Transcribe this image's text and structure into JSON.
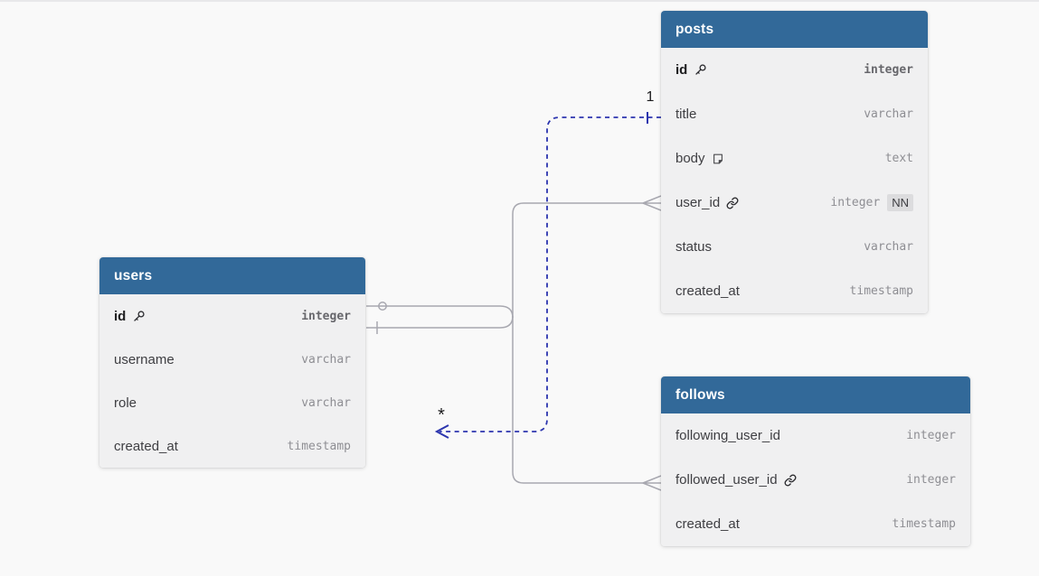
{
  "diagram": {
    "tables": [
      {
        "name": "posts",
        "fields": [
          {
            "name": "id",
            "type": "integer",
            "pk": true,
            "icon": "key-icon"
          },
          {
            "name": "title",
            "type": "varchar"
          },
          {
            "name": "body",
            "type": "text",
            "icon": "note-icon"
          },
          {
            "name": "user_id",
            "type": "integer",
            "icon": "link-icon",
            "badge": "NN"
          },
          {
            "name": "status",
            "type": "varchar"
          },
          {
            "name": "created_at",
            "type": "timestamp"
          }
        ]
      },
      {
        "name": "users",
        "fields": [
          {
            "name": "id",
            "type": "integer",
            "pk": true,
            "icon": "key-icon"
          },
          {
            "name": "username",
            "type": "varchar"
          },
          {
            "name": "role",
            "type": "varchar"
          },
          {
            "name": "created_at",
            "type": "timestamp"
          }
        ]
      },
      {
        "name": "follows",
        "fields": [
          {
            "name": "following_user_id",
            "type": "integer"
          },
          {
            "name": "followed_user_id",
            "type": "integer",
            "icon": "link-icon"
          },
          {
            "name": "created_at",
            "type": "timestamp"
          }
        ]
      }
    ],
    "pending_relationship": {
      "one_label": "1",
      "many_label": "*"
    },
    "colors": {
      "canvas_bg": "#f9f9f9",
      "canvas_top_border": "#e8e8ea",
      "header_bg": "#326999",
      "header_text": "#ffffff",
      "body_bg": "#f0f0f1",
      "field_text": "#3e3e42",
      "type_text": "#8e8e93",
      "pk_text": "#1c1c1e",
      "badge_bg": "#dcdcde",
      "relationship_line": "#a8a8b0",
      "pending_line": "#2c35ae",
      "label_text": "#1b1b1d"
    }
  }
}
